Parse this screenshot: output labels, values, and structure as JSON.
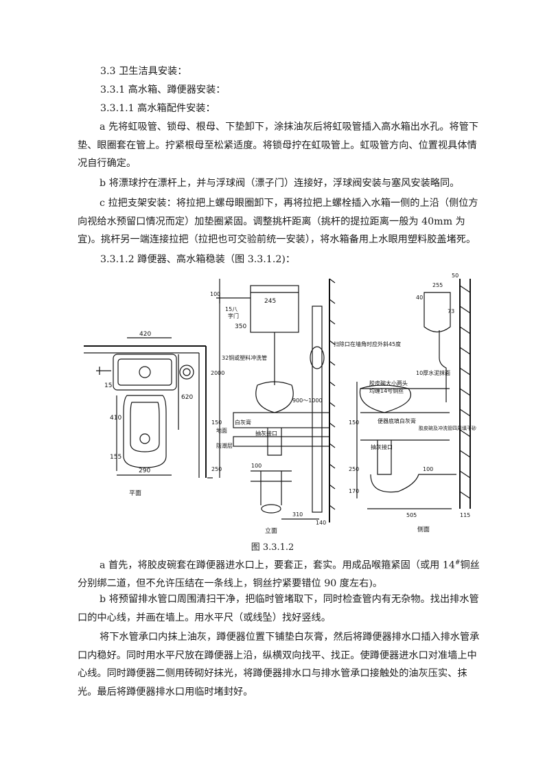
{
  "headings": {
    "h1": "3.3 卫生洁具安装：",
    "h2": "3.3.1 高水箱、蹲便器安装：",
    "h3": "3.3.1.1 高水箱配件安装：",
    "h4": "3.3.1.2 蹲便器、高水箱稳装（图 3.3.1.2)："
  },
  "paragraphs": {
    "a1": "a 先将虹吸管、锁母、根母、下垫卸下，涂抹油灰后将虹吸管插入高水箱出水孔。将管下垫、眼圈套在管上。拧紧根母至松紧适度。将锁母拧在虹吸管上。虹吸管方向、位置视具体情况自行确定。",
    "b1": "b 将漂球拧在漂杆上，并与浮球阀（漂子门）连接好，浮球阀安装与塞风安装略同。",
    "c1": "c 拉把支架安装：将拉把上螺母眼圈卸下，再将拉把上螺栓插入水箱一侧的上沿（侧位方向视给水预留口情况而定）加垫圈紧固。调整挑杆距离（挑杆的提拉距离一般为 40mm 为宜)。挑杆另一端连接拉把（拉把也可交验前统一安装），将水箱备用上水眼用塑料胶盖堵死。",
    "a2_pre": "a 首先，将胶皮碗套在蹲便器进水口上，要套正，套实。用成品喉箍紧固（或用 14",
    "a2_sup": "#",
    "a2_post": "铜丝分别绑二道，但不允许压结在一条线上，铜丝拧紧要错位 90 度左右)。",
    "b2": "b 将预留排水管口周围清扫干净，把临时管堵取下，同时检查管内有无杂物。找出排水管口的中心线，并画在墙上。用水平尺（或线坠）找好竖线。",
    "c2": "将下水管承口内抹上油灰，蹲便器位置下铺垫白灰膏，然后将蹲便器排水口插入排水管承口内稳好。同时用水平尺放在蹲便器上沿，纵横双向找平、找正。使蹲便器进水口对准墙上中心线。同时蹲便器二侧用砖砌好抹光，将蹲便器排水口与排水管承口接触处的油灰压实、抹光。最后将蹲便器排水口用临时堵封好。"
  },
  "figure": {
    "caption": "图 3.3.1.2",
    "plan": {
      "title": "平面",
      "dims": {
        "width_top": "420",
        "inlet": "15",
        "d620": "620",
        "d410": "410",
        "d155": "155",
        "width_bottom": "290"
      }
    },
    "elevation": {
      "title": "立面",
      "dims": {
        "d100": "100",
        "d245": "245",
        "d350": "350",
        "d2000": "2000",
        "d900_1000": "900～1000",
        "d150": "150",
        "d250": "250",
        "d310": "310",
        "d140": "140",
        "d100b": "100",
        "d15": "15八",
        "zimen": "字门"
      },
      "labels": {
        "pipe32": "32铜或塑料冲洗管",
        "cleanout": "扫除口在墙角时应外斜45度",
        "ground": "地面",
        "waterproof": "防潮层",
        "drain": "抽灰接口",
        "fill": "白灰膏"
      }
    },
    "side": {
      "title": "侧面",
      "dims": {
        "d50": "50",
        "d255": "255",
        "d40": "40",
        "d73": "73",
        "d150": "150",
        "d250": "250",
        "d170": "170",
        "d100": "100",
        "d505": "505",
        "d115": "115"
      },
      "labels": {
        "plaster": "10厚水泥抹面",
        "rubber": "胶皮碗大小两头",
        "wire": "均缠14号铜丝",
        "fill": "便器底填白灰膏",
        "pipefill": "胶皮碗及冲洗管四周填干砂",
        "drain": "抽灰接口"
      }
    }
  }
}
